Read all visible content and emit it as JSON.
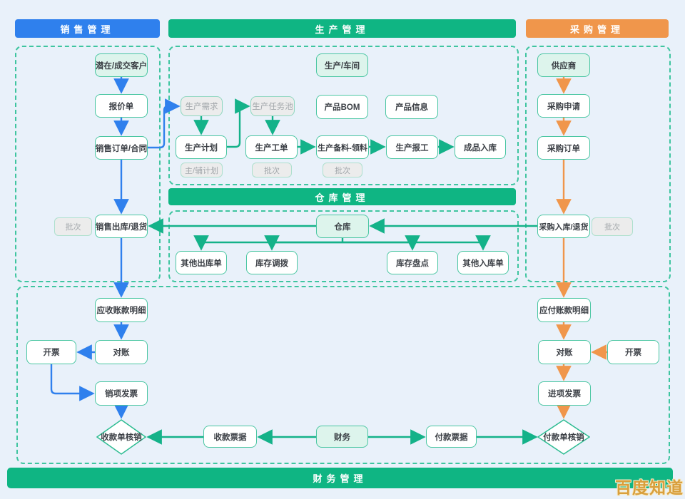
{
  "colors": {
    "accent_blue": "#2f80ed",
    "accent_teal": "#0fb583",
    "accent_orange": "#f0964b"
  },
  "sections": {
    "sales": {
      "title": "销售管理"
    },
    "production": {
      "title": "生产管理"
    },
    "purchase": {
      "title": "采购管理"
    },
    "warehouse": {
      "title": "仓库管理"
    },
    "finance": {
      "title": "财务管理"
    }
  },
  "nodes": {
    "customer": "潜在/成交客户",
    "quote": "报价单",
    "sales_order": "销售订单/合同",
    "sales_outbound": "销售出库/退货",
    "batch_sales": "批次",
    "receivable": "应收账款明细",
    "reconcile_sales": "对账",
    "invoice_sales": "开票",
    "sales_invoice": "销项发票",
    "receipt_writeoff": "收款单核销",
    "receipt_bill": "收款票据",
    "finance_dept": "财务",
    "payment_bill": "付款票据",
    "payment_writeoff": "付款单核销",
    "prod_workshop": "生产/车间",
    "prod_demand": "生产需求",
    "prod_task_pool": "生产任务池",
    "product_bom": "产品BOM",
    "product_info": "产品信息",
    "prod_plan": "生产计划",
    "plan_tag": "主/辅计划",
    "prod_workorder": "生产工单",
    "batch_workorder": "批次",
    "prod_material": "生产备料-领料",
    "batch_material": "批次",
    "prod_report": "生产报工",
    "finished_inbound": "成品入库",
    "warehouse": "仓库",
    "other_outbound": "其他出库单",
    "stock_transfer": "库存调拨",
    "stock_count": "库存盘点",
    "other_inbound": "其他入库单",
    "supplier": "供应商",
    "purchase_request": "采购申请",
    "purchase_order": "采购订单",
    "purchase_inbound": "采购入库/退货",
    "batch_purchase": "批次",
    "payable": "应付账款明细",
    "reconcile_purchase": "对账",
    "invoice_purchase": "开票",
    "purchase_invoice": "进项发票"
  },
  "watermark": "百度知道"
}
